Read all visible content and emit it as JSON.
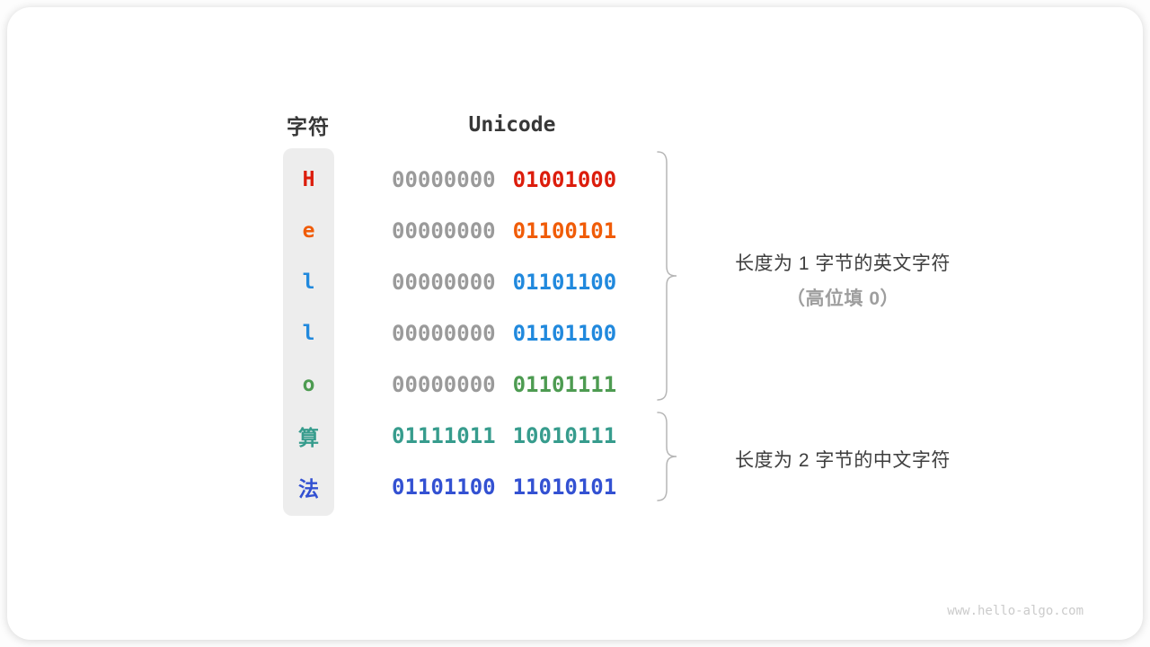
{
  "table": {
    "char_header": "字符",
    "unicode_header": "Unicode",
    "rows": [
      {
        "char": "H",
        "byte1": "00000000",
        "byte2": "01001000",
        "char_color": "#dc1d0c",
        "byte1_color": "#9a9a9a",
        "byte2_color": "#dc1d0c"
      },
      {
        "char": "e",
        "byte1": "00000000",
        "byte2": "01100101",
        "char_color": "#f05c08",
        "byte1_color": "#9a9a9a",
        "byte2_color": "#f05c08"
      },
      {
        "char": "l",
        "byte1": "00000000",
        "byte2": "01101100",
        "char_color": "#2189dd",
        "byte1_color": "#9a9a9a",
        "byte2_color": "#2189dd"
      },
      {
        "char": "l",
        "byte1": "00000000",
        "byte2": "01101100",
        "char_color": "#2189dd",
        "byte1_color": "#9a9a9a",
        "byte2_color": "#2189dd"
      },
      {
        "char": "o",
        "byte1": "00000000",
        "byte2": "01101111",
        "char_color": "#4d9b51",
        "byte1_color": "#9a9a9a",
        "byte2_color": "#4d9b51"
      },
      {
        "char": "算",
        "byte1": "01111011",
        "byte2": "10010111",
        "char_color": "#379c8d",
        "byte1_color": "#379c8d",
        "byte2_color": "#379c8d"
      },
      {
        "char": "法",
        "byte1": "01101100",
        "byte2": "11010101",
        "char_color": "#3351d2",
        "byte1_color": "#3351d2",
        "byte2_color": "#3351d2"
      }
    ]
  },
  "annotations": {
    "group1_line1": "长度为 1 字节的英文字符",
    "group1_line2": "（高位填 0）",
    "group2_line1": "长度为 2 字节的中文字符"
  },
  "colors": {
    "brace": "#b5b5b5",
    "char_strip_bg": "#ededed"
  },
  "watermark": "www.hello-algo.com"
}
